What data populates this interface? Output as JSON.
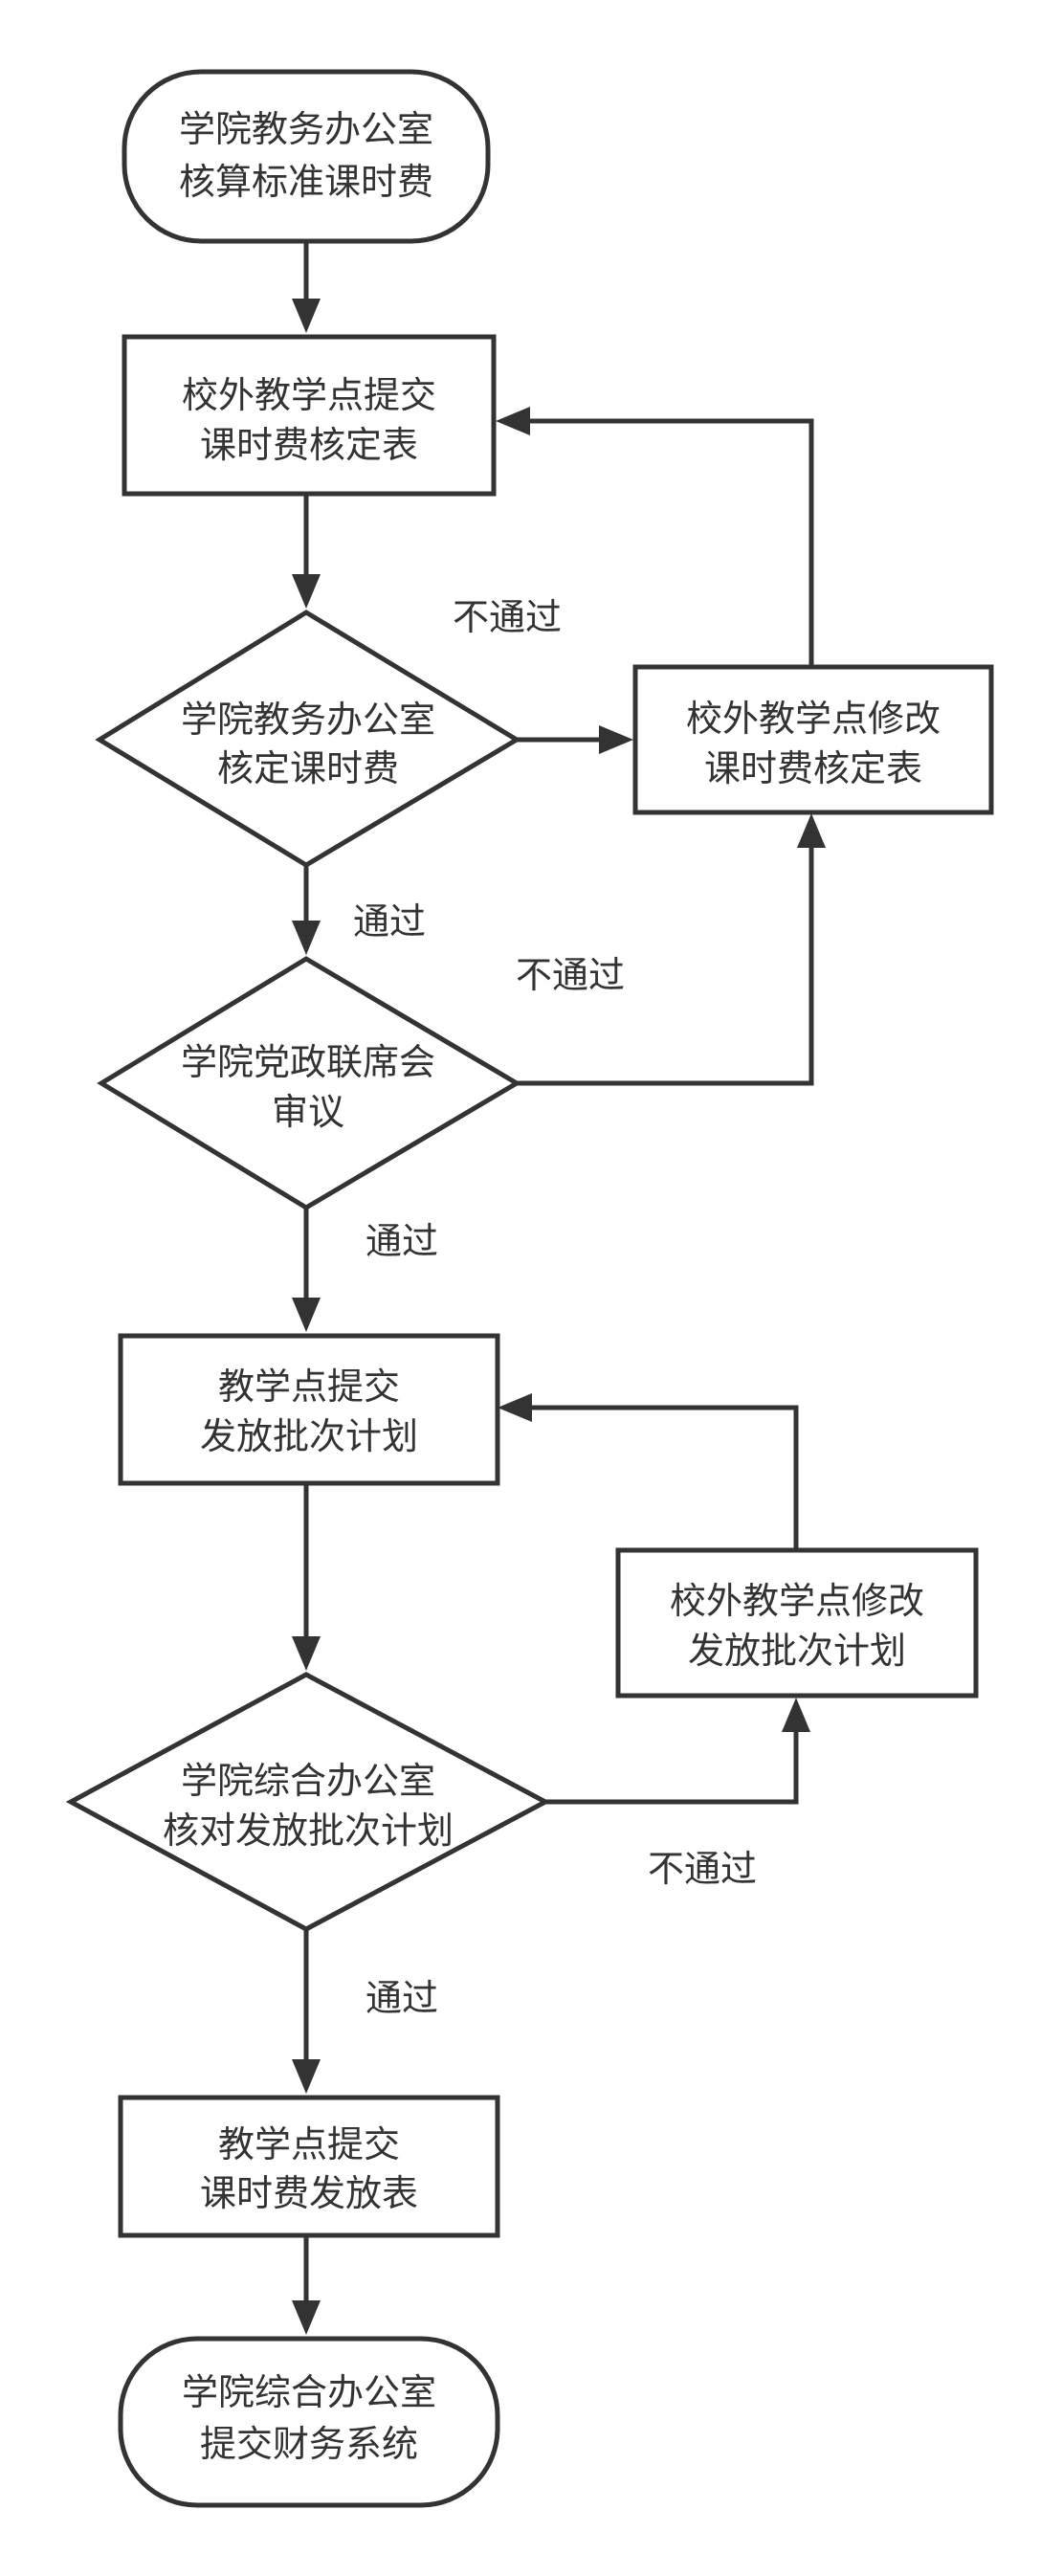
{
  "nodes": {
    "start": {
      "line1": "学院教务办公室",
      "line2": "核算标准课时费"
    },
    "submit_rate_table": {
      "line1": "校外教学点提交",
      "line2": "课时费核定表"
    },
    "check_rate": {
      "line1": "学院教务办公室",
      "line2": "核定课时费"
    },
    "revise_rate_table": {
      "line1": "校外教学点修改",
      "line2": "课时费核定表"
    },
    "joint_meeting": {
      "line1": "学院党政联席会",
      "line2": "审议"
    },
    "submit_batch_plan": {
      "line1": "教学点提交",
      "line2": "发放批次计划"
    },
    "revise_batch_plan": {
      "line1": "校外教学点修改",
      "line2": "发放批次计划"
    },
    "check_batch_plan": {
      "line1": "学院综合办公室",
      "line2": "核对发放批次计划"
    },
    "submit_pay_table": {
      "line1": "教学点提交",
      "line2": "课时费发放表"
    },
    "end": {
      "line1": "学院综合办公室",
      "line2": "提交财务系统"
    }
  },
  "edge_labels": {
    "check_rate_fail": "不通过",
    "check_rate_pass": "通过",
    "meeting_fail": "不通过",
    "meeting_pass": "通过",
    "batch_fail": "不通过",
    "batch_pass": "通过"
  },
  "colors": {
    "stroke": "#333333",
    "fill": "#ffffff",
    "text": "#333333"
  }
}
